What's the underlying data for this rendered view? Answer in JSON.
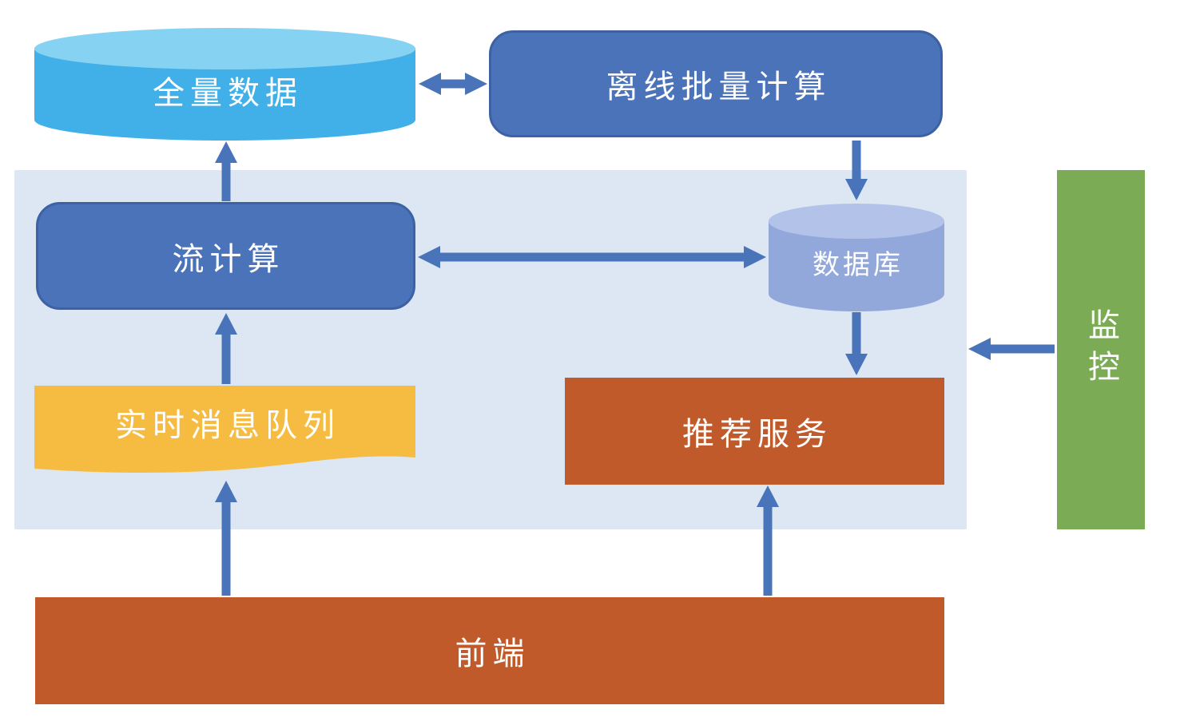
{
  "diagram": {
    "nodes": {
      "full_data": {
        "label": "全量数据"
      },
      "offline_batch": {
        "label": "离线批量计算"
      },
      "stream_compute": {
        "label": "流计算"
      },
      "database": {
        "label": "数据库"
      },
      "realtime_queue": {
        "label": "实时消息队列"
      },
      "recommend_service": {
        "label": "推荐服务"
      },
      "frontend": {
        "label": "前端"
      },
      "monitoring": {
        "label": "监控"
      }
    },
    "icons": {
      "full_data_shape": "database-cylinder-icon",
      "database_shape": "database-cylinder-icon",
      "realtime_queue_shape": "wave-document-icon"
    },
    "colors": {
      "full_data_body": "#41afe8",
      "full_data_top": "#85d2f3",
      "process_blue": "#4a73b9",
      "process_blue_border": "#3d61a2",
      "database_body": "#92a8db",
      "database_top": "#b3c2e8",
      "queue_yellow": "#f5bc41",
      "service_orange": "#c05a2b",
      "monitor_green": "#7cab55",
      "panel_background": "#dce7f3",
      "arrow": "#4a74ba",
      "text": "#ffffff"
    }
  }
}
